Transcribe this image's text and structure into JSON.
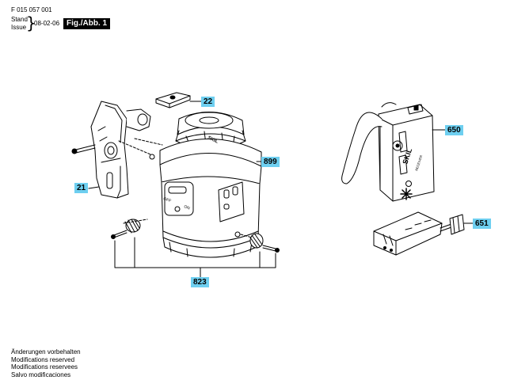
{
  "header": {
    "doc_number": "F 015 057 001",
    "stand_label": "Stand",
    "issue_label": "Issue",
    "date": "08-02-06",
    "figure_label": "Fig./Abb. 1"
  },
  "callouts": {
    "c22": "22",
    "c899": "899",
    "c21": "21",
    "c823": "823",
    "c650": "650",
    "c651": "651"
  },
  "product_text": {
    "brand": "SKIL",
    "receiver": "RECEIVER",
    "off": "OFF",
    "on": "ON"
  },
  "footer": {
    "lines": [
      "Änderungen vorbehalten",
      "Modifications reserved",
      "Modifications reservees",
      "Salvo modificaciones"
    ]
  },
  "colors": {
    "callout_bg": "#6ecff0",
    "badge_bg": "#000000"
  }
}
